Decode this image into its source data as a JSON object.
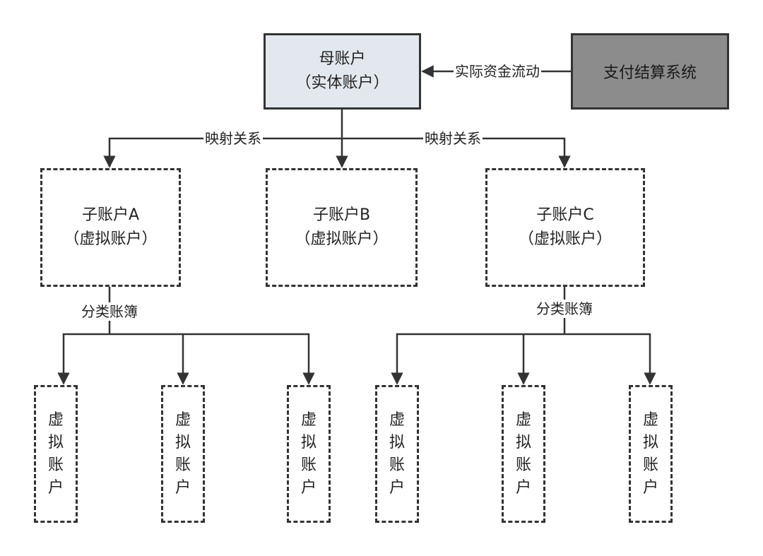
{
  "parent": {
    "line1": "母账户",
    "line2": "（实体账户）"
  },
  "payment_system": {
    "label": "支付结算系统"
  },
  "flow_label": "实际资金流动",
  "mapping_label_left": "映射关系",
  "mapping_label_right": "映射关系",
  "sub_accounts": [
    {
      "line1": "子账户A",
      "line2": "（虚拟账户）"
    },
    {
      "line1": "子账户B",
      "line2": "（虚拟账户）"
    },
    {
      "line1": "子账户C",
      "line2": "（虚拟账户）"
    }
  ],
  "ledger_label_a": "分类账簿",
  "ledger_label_c": "分类账簿",
  "leaf_chars": [
    "虚",
    "拟",
    "账",
    "户"
  ]
}
